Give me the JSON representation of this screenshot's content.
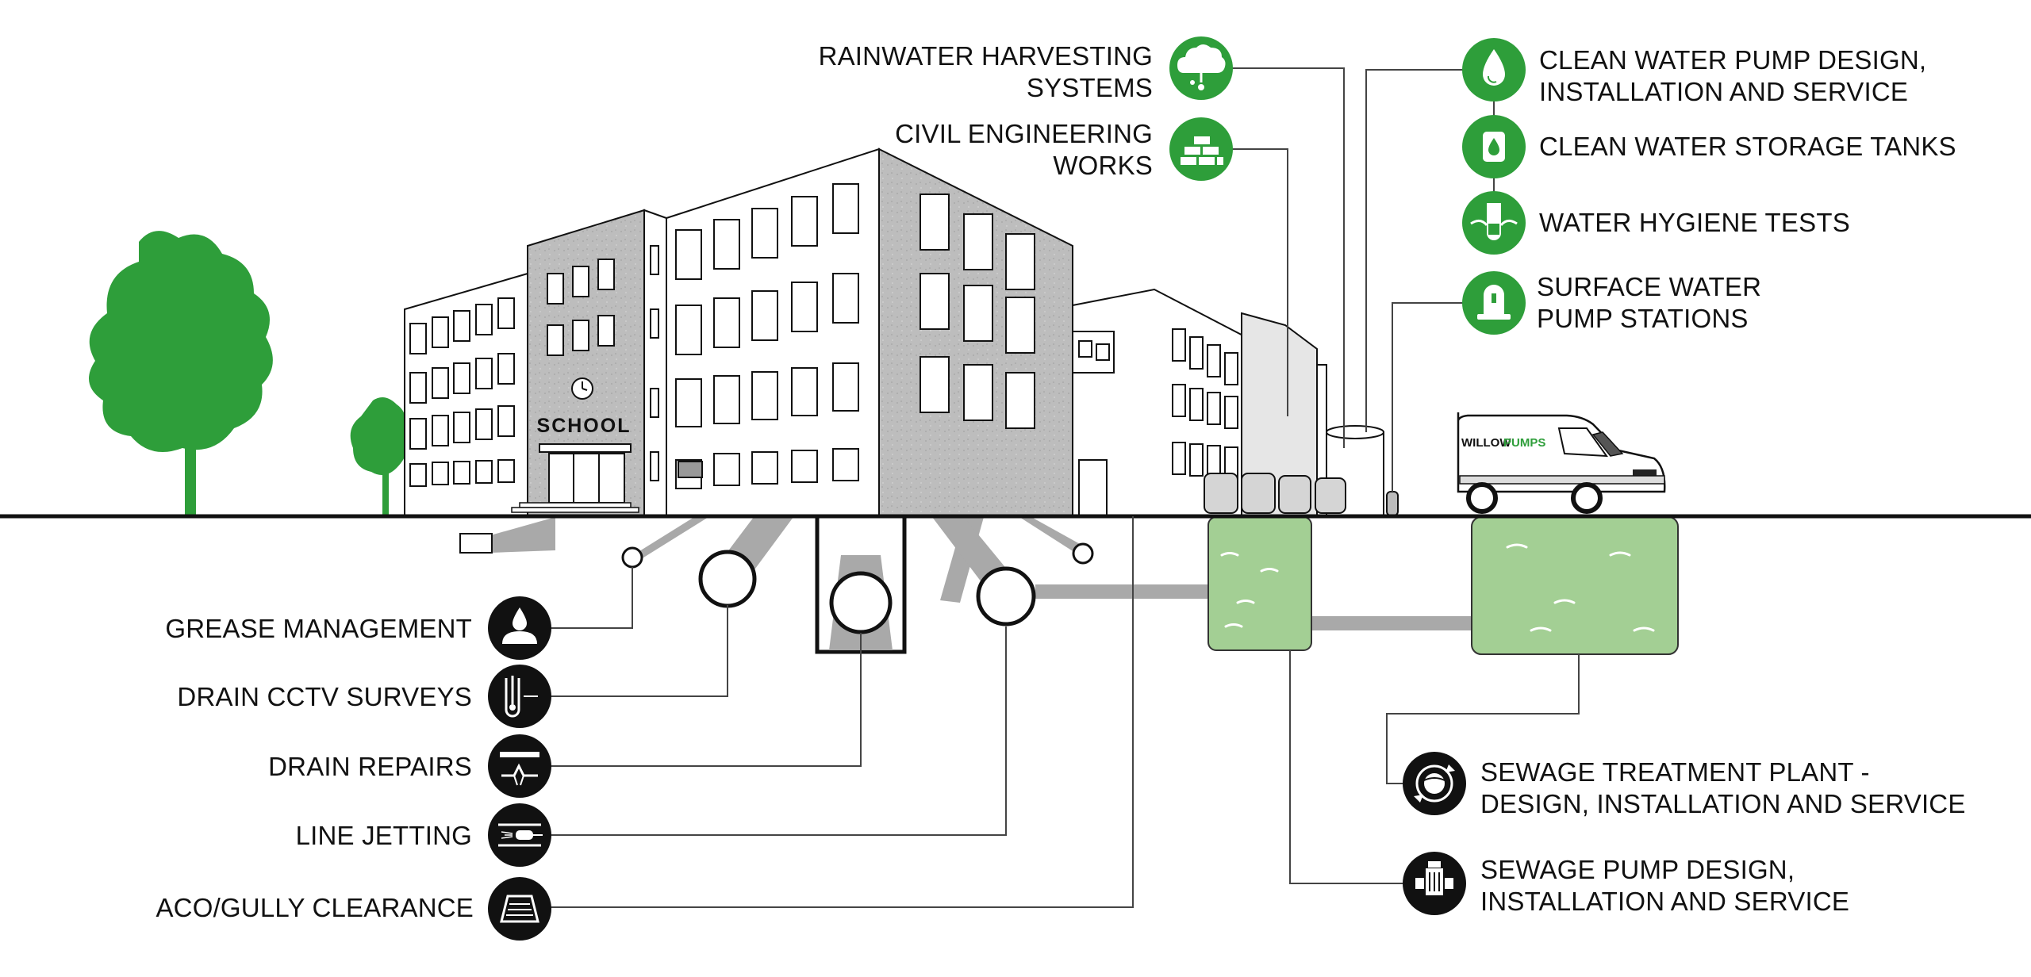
{
  "services": {
    "rainwater": {
      "line1": "RAINWATER HARVESTING",
      "line2": "SYSTEMS",
      "icon": "cloud-rain-icon"
    },
    "civil": {
      "line1": "CIVIL ENGINEERING",
      "line2": "WORKS",
      "icon": "bricks-icon"
    },
    "clean_pump": {
      "line1": "CLEAN WATER PUMP DESIGN,",
      "line2": "INSTALLATION AND SERVICE",
      "icon": "water-drop-icon"
    },
    "clean_tanks": {
      "line1": "CLEAN WATER STORAGE TANKS",
      "icon": "storage-tank-icon"
    },
    "hygiene": {
      "line1": "WATER HYGIENE TESTS",
      "icon": "test-tube-icon"
    },
    "surface": {
      "line1": "SURFACE WATER",
      "line2": "PUMP STATIONS",
      "icon": "pump-station-icon"
    },
    "grease": {
      "line1": "GREASE MANAGEMENT",
      "icon": "grease-drop-icon"
    },
    "cctv": {
      "line1": "DRAIN CCTV SURVEYS",
      "icon": "cctv-camera-icon"
    },
    "repairs": {
      "line1": "DRAIN REPAIRS",
      "icon": "pipe-repair-icon"
    },
    "jetting": {
      "line1": "LINE JETTING",
      "icon": "jetting-nozzle-icon"
    },
    "gully": {
      "line1": "ACO/GULLY CLEARANCE",
      "icon": "gully-grate-icon"
    },
    "sewage_plant": {
      "line1": "SEWAGE TREATMENT PLANT -",
      "line2": "DESIGN, INSTALLATION AND SERVICE",
      "icon": "treatment-cycle-icon"
    },
    "sewage_pump": {
      "line1": "SEWAGE PUMP DESIGN,",
      "line2": "INSTALLATION AND SERVICE",
      "icon": "sewage-pump-icon"
    }
  },
  "scene": {
    "school_sign": "SCHOOL",
    "van_brand_a": "WILLOW",
    "van_brand_b": "PUMPS"
  },
  "colors": {
    "accent_green": "#2e9e3a",
    "tank_water": "#a3cf94",
    "icon_dark": "#111111",
    "concrete": "#bdbdbd",
    "pipe_grey": "#a9a9a9"
  }
}
